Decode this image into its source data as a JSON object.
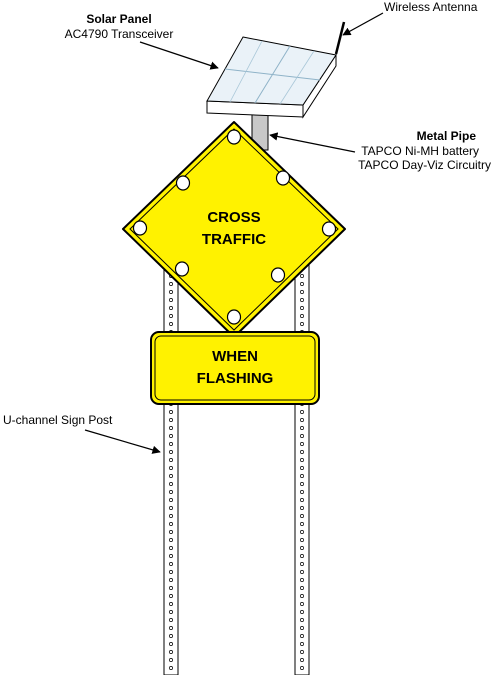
{
  "labels": {
    "solar_panel_title": "Solar Panel",
    "solar_panel_model": "AC4790 Transceiver",
    "wireless_antenna": "Wireless Antenna",
    "metal_pipe_title": "Metal Pipe",
    "metal_pipe_line1": "TAPCO Ni-MH battery",
    "metal_pipe_line2": "TAPCO Day-Viz Circuitry",
    "u_channel_post": "U-channel Sign Post"
  },
  "diamond_sign": {
    "line1": "CROSS",
    "line2": "TRAFFIC",
    "color": "#FFF200"
  },
  "plaque_sign": {
    "line1": "WHEN",
    "line2": "FLASHING",
    "color": "#FFF200"
  },
  "colors": {
    "panel_fill": "#EAF2F8",
    "pipe_fill": "#C8C8C8",
    "outline": "#000000"
  }
}
